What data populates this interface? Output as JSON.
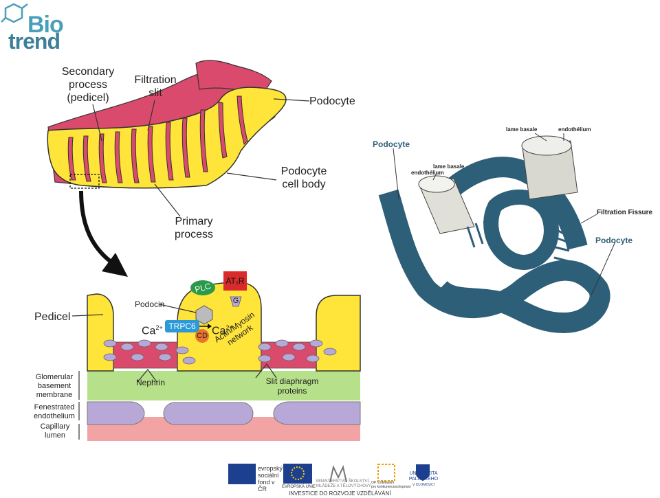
{
  "logo": {
    "line1": "Bio",
    "line2": "trend"
  },
  "top_diagram": {
    "secondary_process": [
      "Secondary",
      "process",
      "(pedicel)"
    ],
    "filtration_slit": [
      "Filtration",
      "slit"
    ],
    "podocyte": "Podocyte",
    "cell_body": [
      "Podocyte",
      "cell body"
    ],
    "primary_process": [
      "Primary",
      "process"
    ]
  },
  "cross_section": {
    "pedicel": "Pedicel",
    "podocin": "Podocin",
    "ca_left": "Ca",
    "ca_left_sup": "2+",
    "trpc6": "TRPC6",
    "cd": "CD",
    "ca_right": "Ca",
    "ca_right_sup": "2+",
    "plc": "PLC",
    "at1r": "AT₁R",
    "g": "G",
    "actin": [
      "Actin/Myosin",
      "network"
    ],
    "nephrin": "Nephrin",
    "slit_proteins": [
      "Slit diaphragm",
      "proteins"
    ],
    "gbm": [
      "Glomerular",
      "basement",
      "membrane"
    ],
    "endothelium": [
      "Fenestrated",
      "endothelium"
    ],
    "capillary": [
      "Capillary",
      "lumen"
    ]
  },
  "right_illustration": {
    "podocyte_top": "Podocyte",
    "lame_basale_top": "lame basale",
    "endothelium_top": "endothélium",
    "lame_basale_mid": "lame basale",
    "endothelium_mid": "endothélium",
    "filtration_fissure": "Filtration Fissure",
    "podocyte_right": "Podocyte"
  },
  "footer": {
    "esf_1": "evropský",
    "esf_2": "sociální",
    "esf_3": "fond v ČR",
    "eu": "EVROPSKÁ UNIE",
    "msmt_1": "MINISTERSTVO ŠKOLSTVÍ,",
    "msmt_2": "MLÁDEŽE A TĚLOVÝCHOVY",
    "op_1": "OP Vzdělávání",
    "op_2": "pro konkurenceschopnost",
    "upol_1": "UNIVERZITA",
    "upol_2": "PALACKÉHO",
    "upol_3": "V OLOMOUCI",
    "tagline": "INVESTICE DO ROZVOJE VZDĚLÁVÁNÍ"
  },
  "colors": {
    "podocyte_yellow": "#ffe43a",
    "slit_red": "#d94a6c",
    "gbm_green": "#b7e08a",
    "endothelium_purple": "#b8a8d8",
    "lumen_pink": "#f2a3a3",
    "illustration_teal": "#2e5f78",
    "trpc6_blue": "#2c9ad8",
    "plc_green": "#2a9a4a",
    "at1r_red": "#d92b2b"
  }
}
